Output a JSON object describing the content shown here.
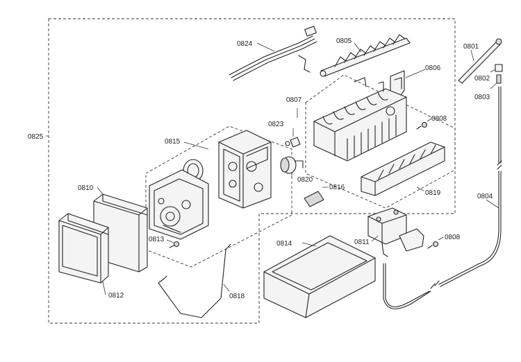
{
  "parts": {
    "p0801": "0801",
    "p0802": "0802",
    "p0803": "0803",
    "p0804": "0804",
    "p0805": "0805",
    "p0806": "0806",
    "p0807": "0807",
    "p0808a": "0808",
    "p0808b": "0808",
    "p0810": "0810",
    "p0811": "0811",
    "p0812": "0812",
    "p0813": "0813",
    "p0814": "0814",
    "p0815": "0815",
    "p0816": "0816",
    "p0818": "0818",
    "p0819": "0819",
    "p0820": "0820",
    "p0823": "0823",
    "p0824": "0824",
    "p0825": "0825"
  }
}
